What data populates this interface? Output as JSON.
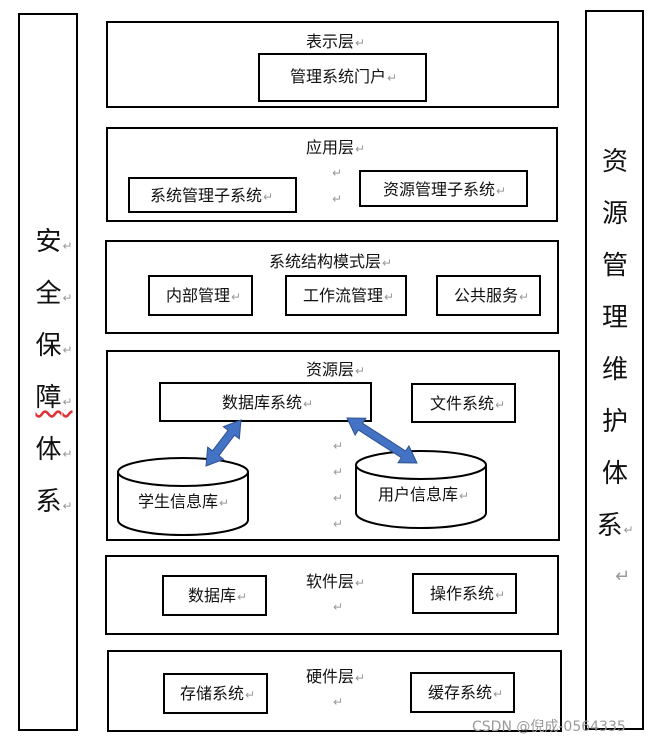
{
  "left_pillar": {
    "title_chars": [
      "安",
      "全",
      "保",
      "障",
      "体",
      "系"
    ]
  },
  "right_pillar": {
    "title_chars": [
      "资",
      "源",
      "管",
      "理",
      "维",
      "护",
      "体",
      "系"
    ]
  },
  "layers": {
    "presentation": {
      "title": "表示层",
      "items": [
        "管理系统门户"
      ]
    },
    "application": {
      "title": "应用层",
      "items": [
        "系统管理子系统",
        "资源管理子系统"
      ]
    },
    "architecture": {
      "title": "系统结构模式层",
      "items": [
        "内部管理",
        "工作流管理",
        "公共服务"
      ]
    },
    "resource": {
      "title": "资源层",
      "items": [
        "数据库系统",
        "文件系统"
      ],
      "databases": [
        "学生信息库",
        "用户信息库"
      ]
    },
    "software": {
      "title": "软件层",
      "items": [
        "数据库",
        "操作系统"
      ]
    },
    "hardware": {
      "title": "硬件层",
      "items": [
        "存储系统",
        "缓存系统"
      ]
    }
  },
  "colors": {
    "arrow_fill": "#4472c4",
    "arrow_stroke": "#2f528f",
    "border": "#000000"
  },
  "watermark": "CSDN @倪成-0564335"
}
